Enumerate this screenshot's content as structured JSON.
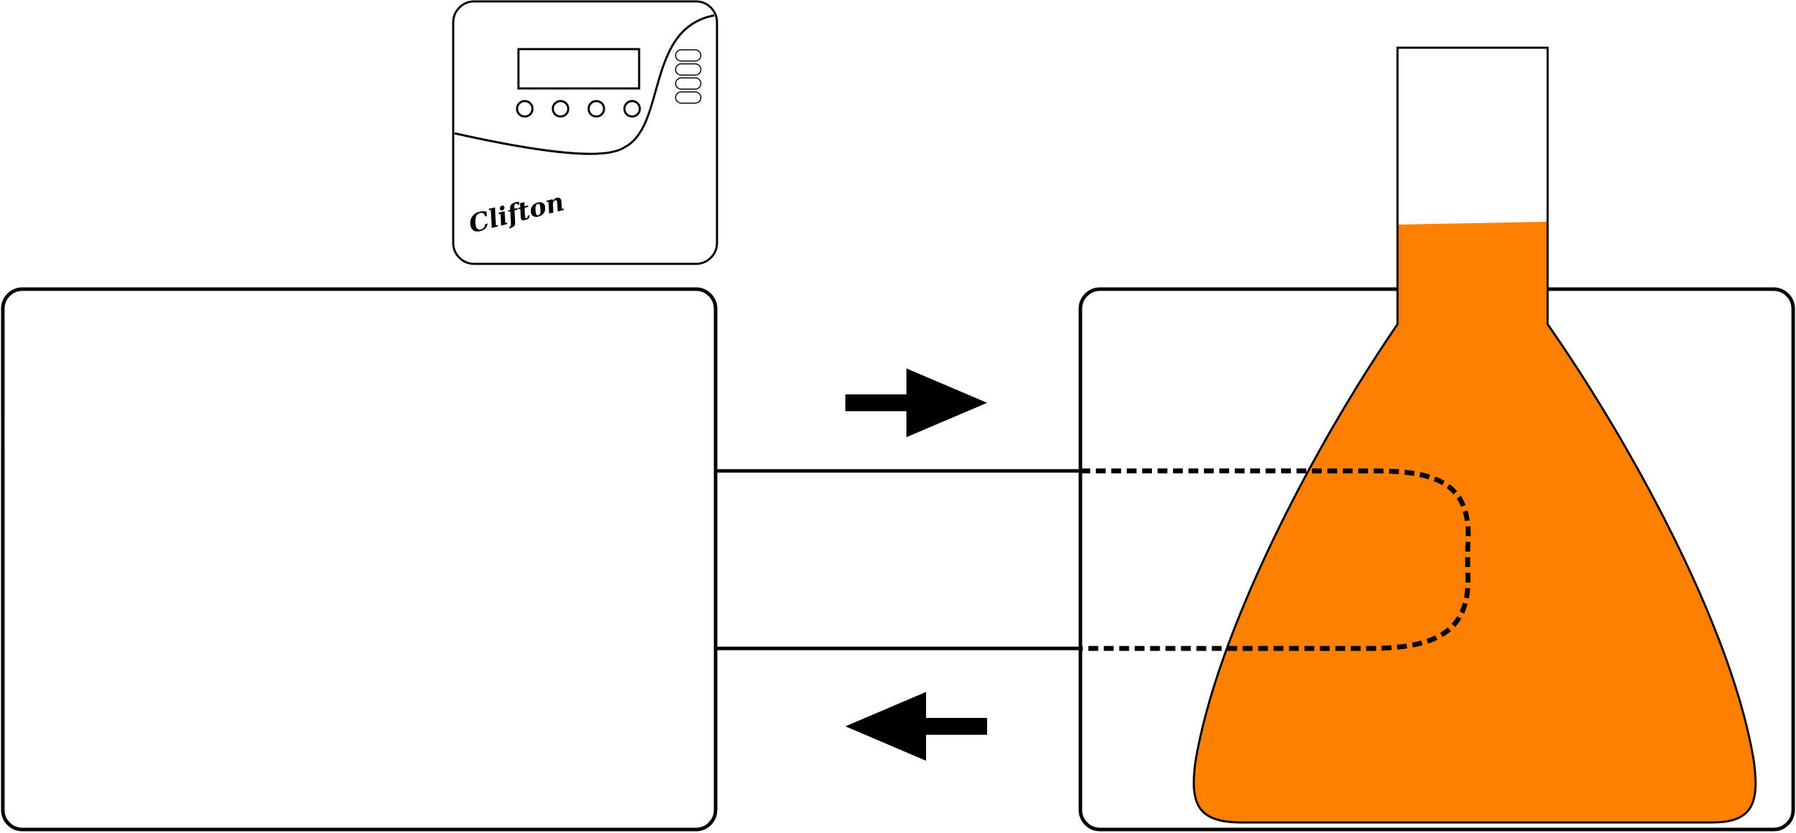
{
  "controller": {
    "brand": "Clifton",
    "buttons_count": 4,
    "switches_count": 4
  },
  "colors": {
    "liquid": "#FF7F00",
    "stroke": "#000000",
    "background": "#FFFFFF"
  },
  "flow": {
    "top_arrow_direction": "right",
    "bottom_arrow_direction": "left",
    "coil": "dashed"
  }
}
